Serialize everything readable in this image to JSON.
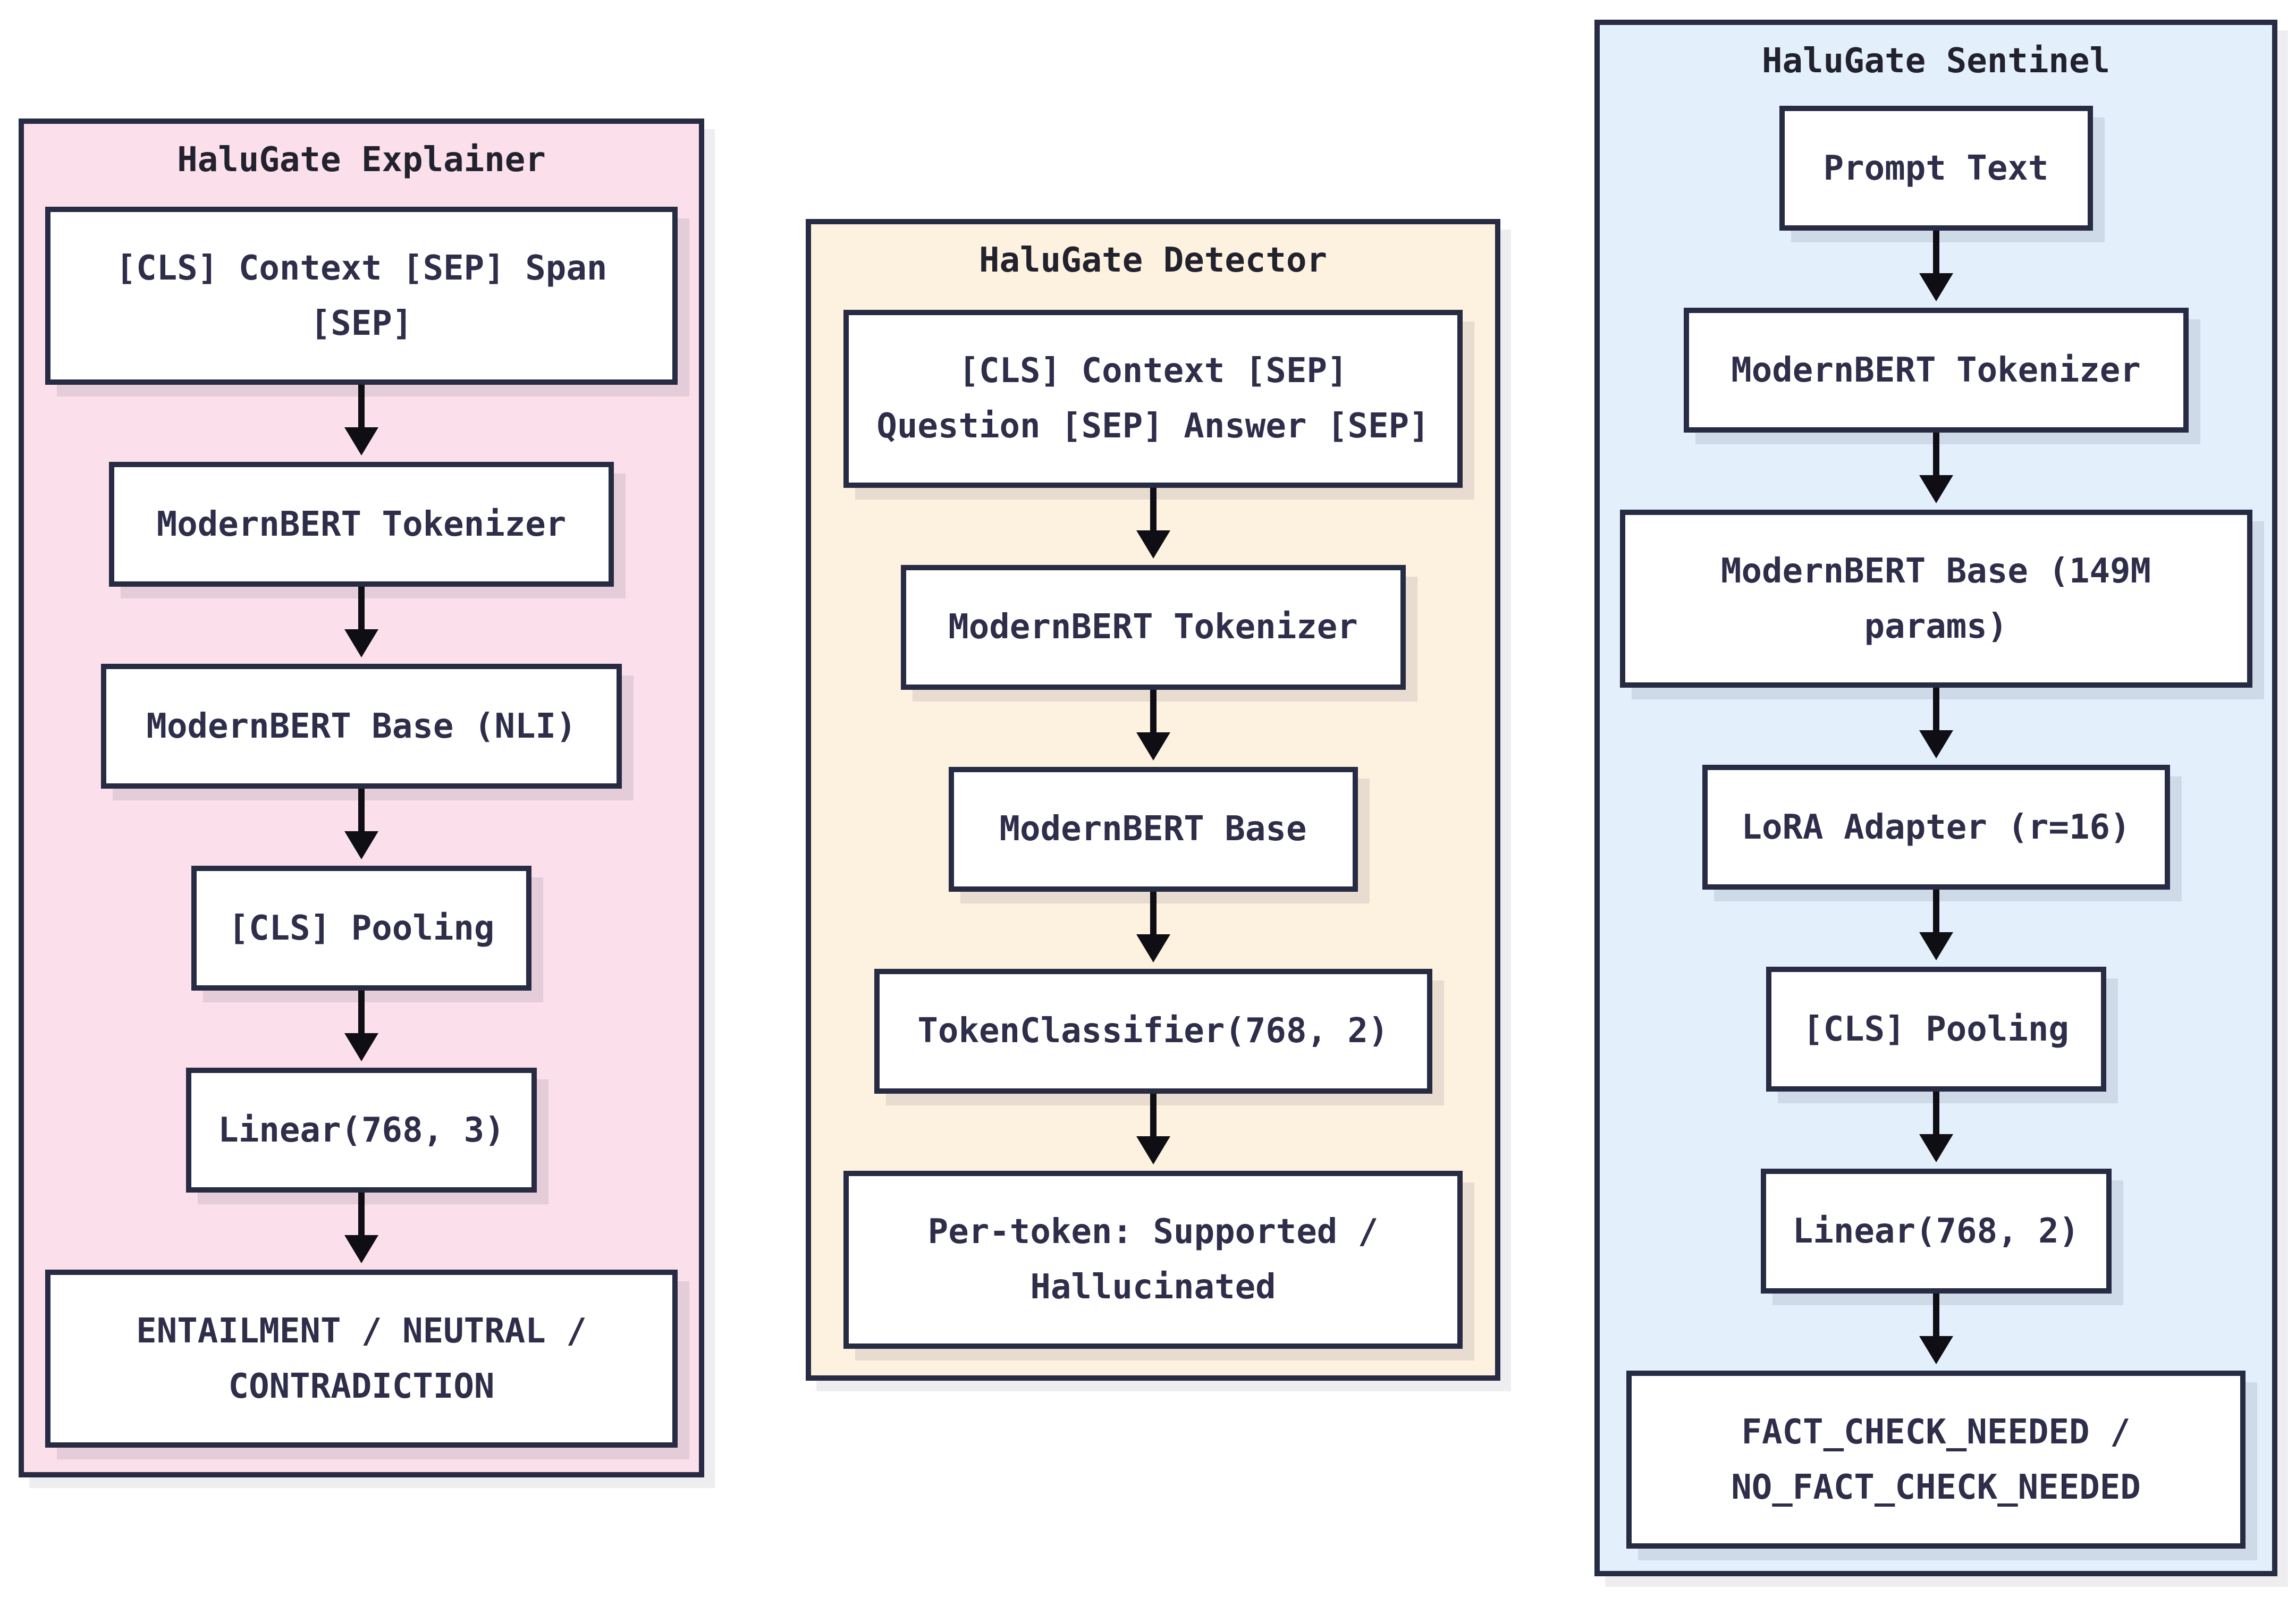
{
  "diagram": {
    "panels": [
      {
        "title": "HaluGate Explainer",
        "accent_fill": "#fbdfea",
        "nodes": [
          {
            "lines": [
              "[CLS] Context [SEP] Span",
              "[SEP]"
            ]
          },
          {
            "lines": [
              "ModernBERT Tokenizer"
            ]
          },
          {
            "lines": [
              "ModernBERT Base (NLI)"
            ]
          },
          {
            "lines": [
              "[CLS] Pooling"
            ]
          },
          {
            "lines": [
              "Linear(768, 3)"
            ]
          },
          {
            "lines": [
              "ENTAILMENT / NEUTRAL /",
              "CONTRADICTION"
            ]
          }
        ]
      },
      {
        "title": "HaluGate Detector",
        "accent_fill": "#fdf1df",
        "nodes": [
          {
            "lines": [
              "[CLS] Context [SEP]",
              "Question [SEP] Answer [SEP]"
            ]
          },
          {
            "lines": [
              "ModernBERT Tokenizer"
            ]
          },
          {
            "lines": [
              "ModernBERT Base"
            ]
          },
          {
            "lines": [
              "TokenClassifier(768, 2)"
            ]
          },
          {
            "lines": [
              "Per-token: Supported /",
              "Hallucinated"
            ]
          }
        ]
      },
      {
        "title": "HaluGate Sentinel",
        "accent_fill": "#e3effb",
        "nodes": [
          {
            "lines": [
              "Prompt Text"
            ]
          },
          {
            "lines": [
              "ModernBERT Tokenizer"
            ]
          },
          {
            "lines": [
              "ModernBERT Base (149M",
              "params)"
            ]
          },
          {
            "lines": [
              "LoRA Adapter (r=16)"
            ]
          },
          {
            "lines": [
              "[CLS] Pooling"
            ]
          },
          {
            "lines": [
              "Linear(768, 2)"
            ]
          },
          {
            "lines": [
              "FACT_CHECK_NEEDED /",
              "NO_FACT_CHECK_NEEDED"
            ]
          }
        ]
      }
    ],
    "colors": {
      "border": "#272b43",
      "text": "#2e2e4b",
      "arrow": "#0e0e14",
      "node_fill": "#ffffff",
      "page_background": "#ffffff"
    }
  }
}
